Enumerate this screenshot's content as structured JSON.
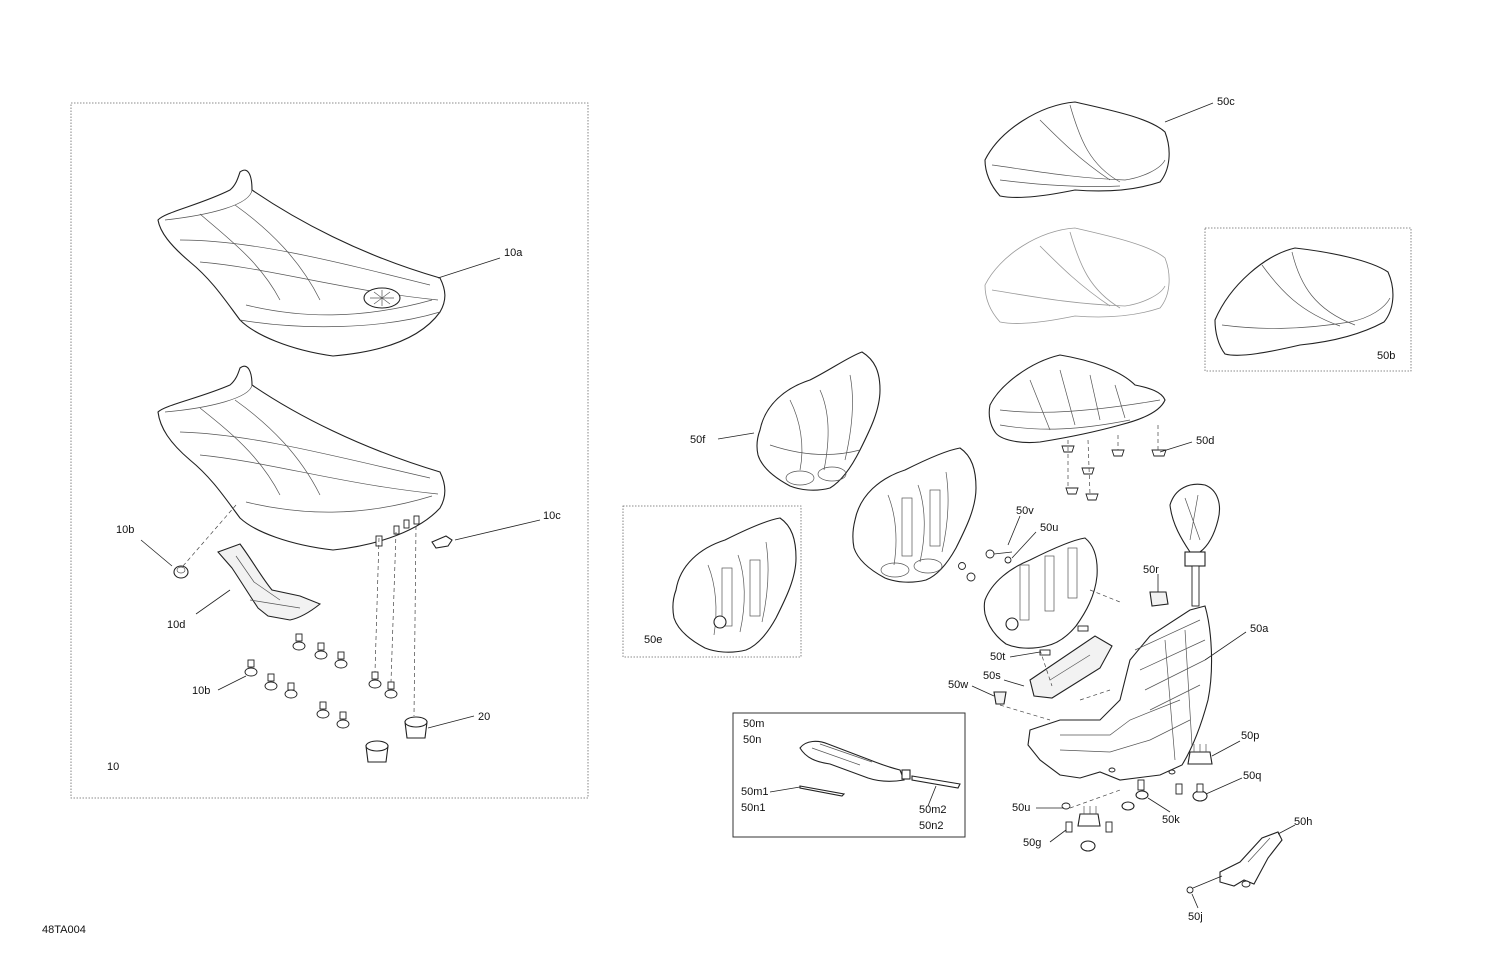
{
  "figure_code": "48TA004",
  "group_label": "10",
  "callouts": {
    "c10a": "10a",
    "c10b_top": "10b",
    "c10c": "10c",
    "c10d": "10d",
    "c10b_bottom": "10b",
    "c20": "20",
    "c50c": "50c",
    "c50b": "50b",
    "c50d": "50d",
    "c50f": "50f",
    "c50e": "50e",
    "c50v": "50v",
    "c50u_top": "50u",
    "c50r": "50r",
    "c50a": "50a",
    "c50t": "50t",
    "c50s": "50s",
    "c50w": "50w",
    "c50p": "50p",
    "c50q": "50q",
    "c50u_bottom": "50u",
    "c50k": "50k",
    "c50g": "50g",
    "c50h": "50h",
    "c50j": "50j",
    "c50m": "50m",
    "c50n": "50n",
    "c50m1": "50m1",
    "c50n1": "50n1",
    "c50m2": "50m2",
    "c50n2": "50n2"
  }
}
